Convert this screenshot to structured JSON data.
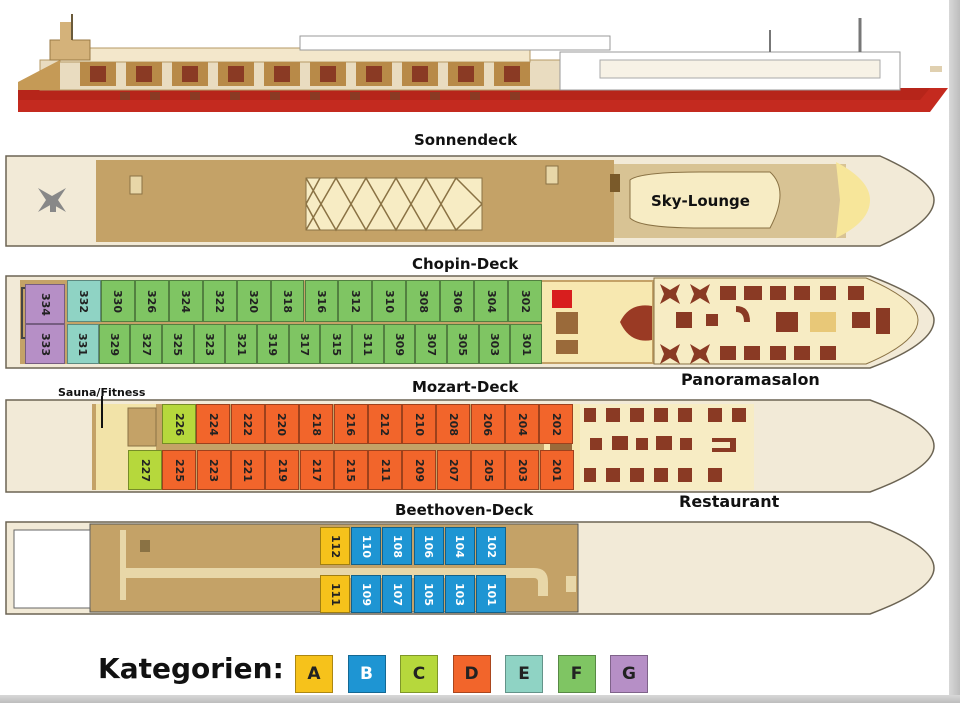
{
  "decks": {
    "sonnendeck": "Sonnendeck",
    "chopin": "Chopin-Deck",
    "mozart": "Mozart-Deck",
    "beethoven": "Beethoven-Deck"
  },
  "labels": {
    "sky_lounge": "Sky-Lounge",
    "panoramasalon": "Panoramasalon",
    "sauna_fitness": "Sauna/Fitness",
    "restaurant": "Restaurant"
  },
  "legend": {
    "title": "Kategorien:",
    "items": [
      {
        "code": "A",
        "color": "#f6c21b"
      },
      {
        "code": "B",
        "color": "#1e95d3"
      },
      {
        "code": "C",
        "color": "#b6d83c"
      },
      {
        "code": "D",
        "color": "#f2652b"
      },
      {
        "code": "E",
        "color": "#8fd3c4"
      },
      {
        "code": "F",
        "color": "#7fc563"
      },
      {
        "code": "G",
        "color": "#b68fc6"
      }
    ]
  },
  "colors": {
    "hull": "#f2ead7",
    "deck_fill": "#c4a267",
    "lounge": "#f7ecc4",
    "furniture": "#8a3a24",
    "ship_red": "#c42a1f"
  },
  "cabins": {
    "chopin_top": [
      {
        "no": "332",
        "cat": "E"
      },
      {
        "no": "330",
        "cat": "F"
      },
      {
        "no": "326",
        "cat": "F"
      },
      {
        "no": "324",
        "cat": "F"
      },
      {
        "no": "322",
        "cat": "F"
      },
      {
        "no": "320",
        "cat": "F"
      },
      {
        "no": "318",
        "cat": "F"
      },
      {
        "no": "316",
        "cat": "F"
      },
      {
        "no": "312",
        "cat": "F"
      },
      {
        "no": "310",
        "cat": "F"
      },
      {
        "no": "308",
        "cat": "F"
      },
      {
        "no": "306",
        "cat": "F"
      },
      {
        "no": "304",
        "cat": "F"
      },
      {
        "no": "302",
        "cat": "F"
      }
    ],
    "chopin_bottom": [
      {
        "no": "331",
        "cat": "E"
      },
      {
        "no": "329",
        "cat": "F"
      },
      {
        "no": "327",
        "cat": "F"
      },
      {
        "no": "325",
        "cat": "F"
      },
      {
        "no": "323",
        "cat": "F"
      },
      {
        "no": "321",
        "cat": "F"
      },
      {
        "no": "319",
        "cat": "F"
      },
      {
        "no": "317",
        "cat": "F"
      },
      {
        "no": "315",
        "cat": "F"
      },
      {
        "no": "311",
        "cat": "F"
      },
      {
        "no": "309",
        "cat": "F"
      },
      {
        "no": "307",
        "cat": "F"
      },
      {
        "no": "305",
        "cat": "F"
      },
      {
        "no": "303",
        "cat": "F"
      },
      {
        "no": "301",
        "cat": "F"
      }
    ],
    "chopin_suites": [
      {
        "no": "334",
        "cat": "G"
      },
      {
        "no": "333",
        "cat": "G"
      }
    ],
    "mozart_top": [
      {
        "no": "226",
        "cat": "C"
      },
      {
        "no": "224",
        "cat": "D"
      },
      {
        "no": "222",
        "cat": "D"
      },
      {
        "no": "220",
        "cat": "D"
      },
      {
        "no": "218",
        "cat": "D"
      },
      {
        "no": "216",
        "cat": "D"
      },
      {
        "no": "212",
        "cat": "D"
      },
      {
        "no": "210",
        "cat": "D"
      },
      {
        "no": "208",
        "cat": "D"
      },
      {
        "no": "206",
        "cat": "D"
      },
      {
        "no": "204",
        "cat": "D"
      },
      {
        "no": "202",
        "cat": "D"
      }
    ],
    "mozart_bottom": [
      {
        "no": "227",
        "cat": "C"
      },
      {
        "no": "225",
        "cat": "D"
      },
      {
        "no": "223",
        "cat": "D"
      },
      {
        "no": "221",
        "cat": "D"
      },
      {
        "no": "219",
        "cat": "D"
      },
      {
        "no": "217",
        "cat": "D"
      },
      {
        "no": "215",
        "cat": "D"
      },
      {
        "no": "211",
        "cat": "D"
      },
      {
        "no": "209",
        "cat": "D"
      },
      {
        "no": "207",
        "cat": "D"
      },
      {
        "no": "205",
        "cat": "D"
      },
      {
        "no": "203",
        "cat": "D"
      },
      {
        "no": "201",
        "cat": "D"
      }
    ],
    "beethoven_top": [
      {
        "no": "112",
        "cat": "A"
      },
      {
        "no": "110",
        "cat": "B"
      },
      {
        "no": "108",
        "cat": "B"
      },
      {
        "no": "106",
        "cat": "B"
      },
      {
        "no": "104",
        "cat": "B"
      },
      {
        "no": "102",
        "cat": "B"
      }
    ],
    "beethoven_bottom": [
      {
        "no": "111",
        "cat": "A"
      },
      {
        "no": "109",
        "cat": "B"
      },
      {
        "no": "107",
        "cat": "B"
      },
      {
        "no": "105",
        "cat": "B"
      },
      {
        "no": "103",
        "cat": "B"
      },
      {
        "no": "101",
        "cat": "B"
      }
    ]
  }
}
